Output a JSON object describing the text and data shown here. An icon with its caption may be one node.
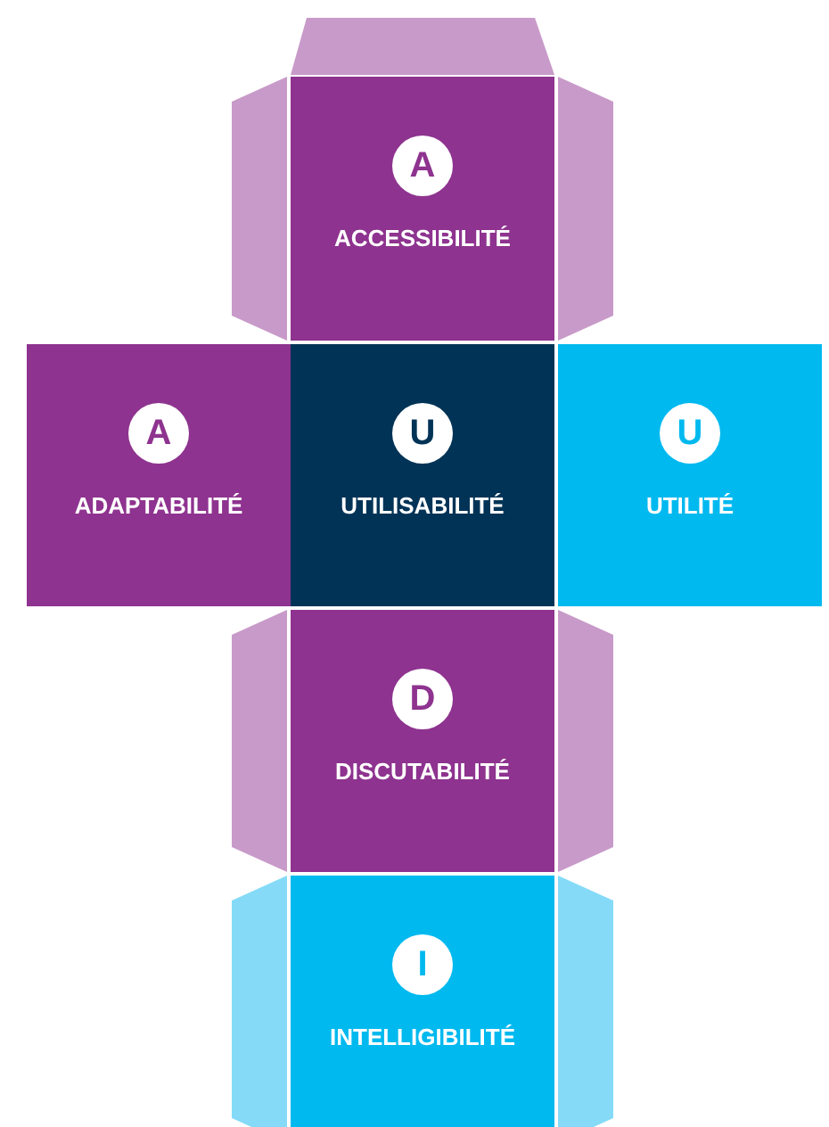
{
  "diagram": {
    "nodes": [
      {
        "text": [
          "A",
          "ACCESSIBILITÉ"
        ]
      },
      {
        "text": [
          "A",
          "ADAPTABILITÉ"
        ]
      },
      {
        "text": [
          "U",
          "UTILISABILITÉ"
        ]
      },
      {
        "text": [
          "U",
          "UTILITÉ"
        ]
      },
      {
        "text": [
          "D",
          "DISCUTABILITÉ"
        ]
      },
      {
        "text": [
          "I",
          "INTELLIGIBILITÉ"
        ]
      }
    ]
  }
}
